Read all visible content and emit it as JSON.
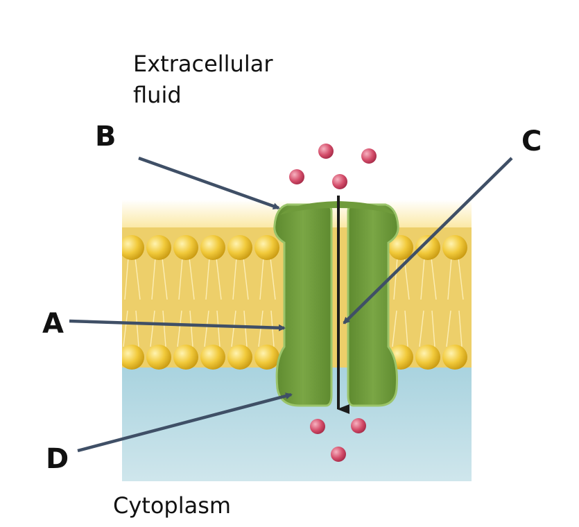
{
  "labels": {
    "extracellular_line1": "Extracellular",
    "extracellular_line2": "fluid",
    "cytoplasm": "Cytoplasm",
    "A": "A",
    "B": "B",
    "C": "C",
    "D": "D"
  },
  "colors": {
    "extracellular": "#ffffff",
    "membrane_fade": "#fff6d6",
    "lipid_tail_band": "#e9c54a",
    "phospholipid_head": "#f1c93a",
    "cytoplasm": "#b9dbe4",
    "channel_protein": "#6f9b3b",
    "channel_highlight": "#9bc46a",
    "solute_molecule": "#d44d6a",
    "pointer_arrow": "#3f4f66",
    "transport_arrow": "#1c1c1c",
    "text": "#111111"
  }
}
